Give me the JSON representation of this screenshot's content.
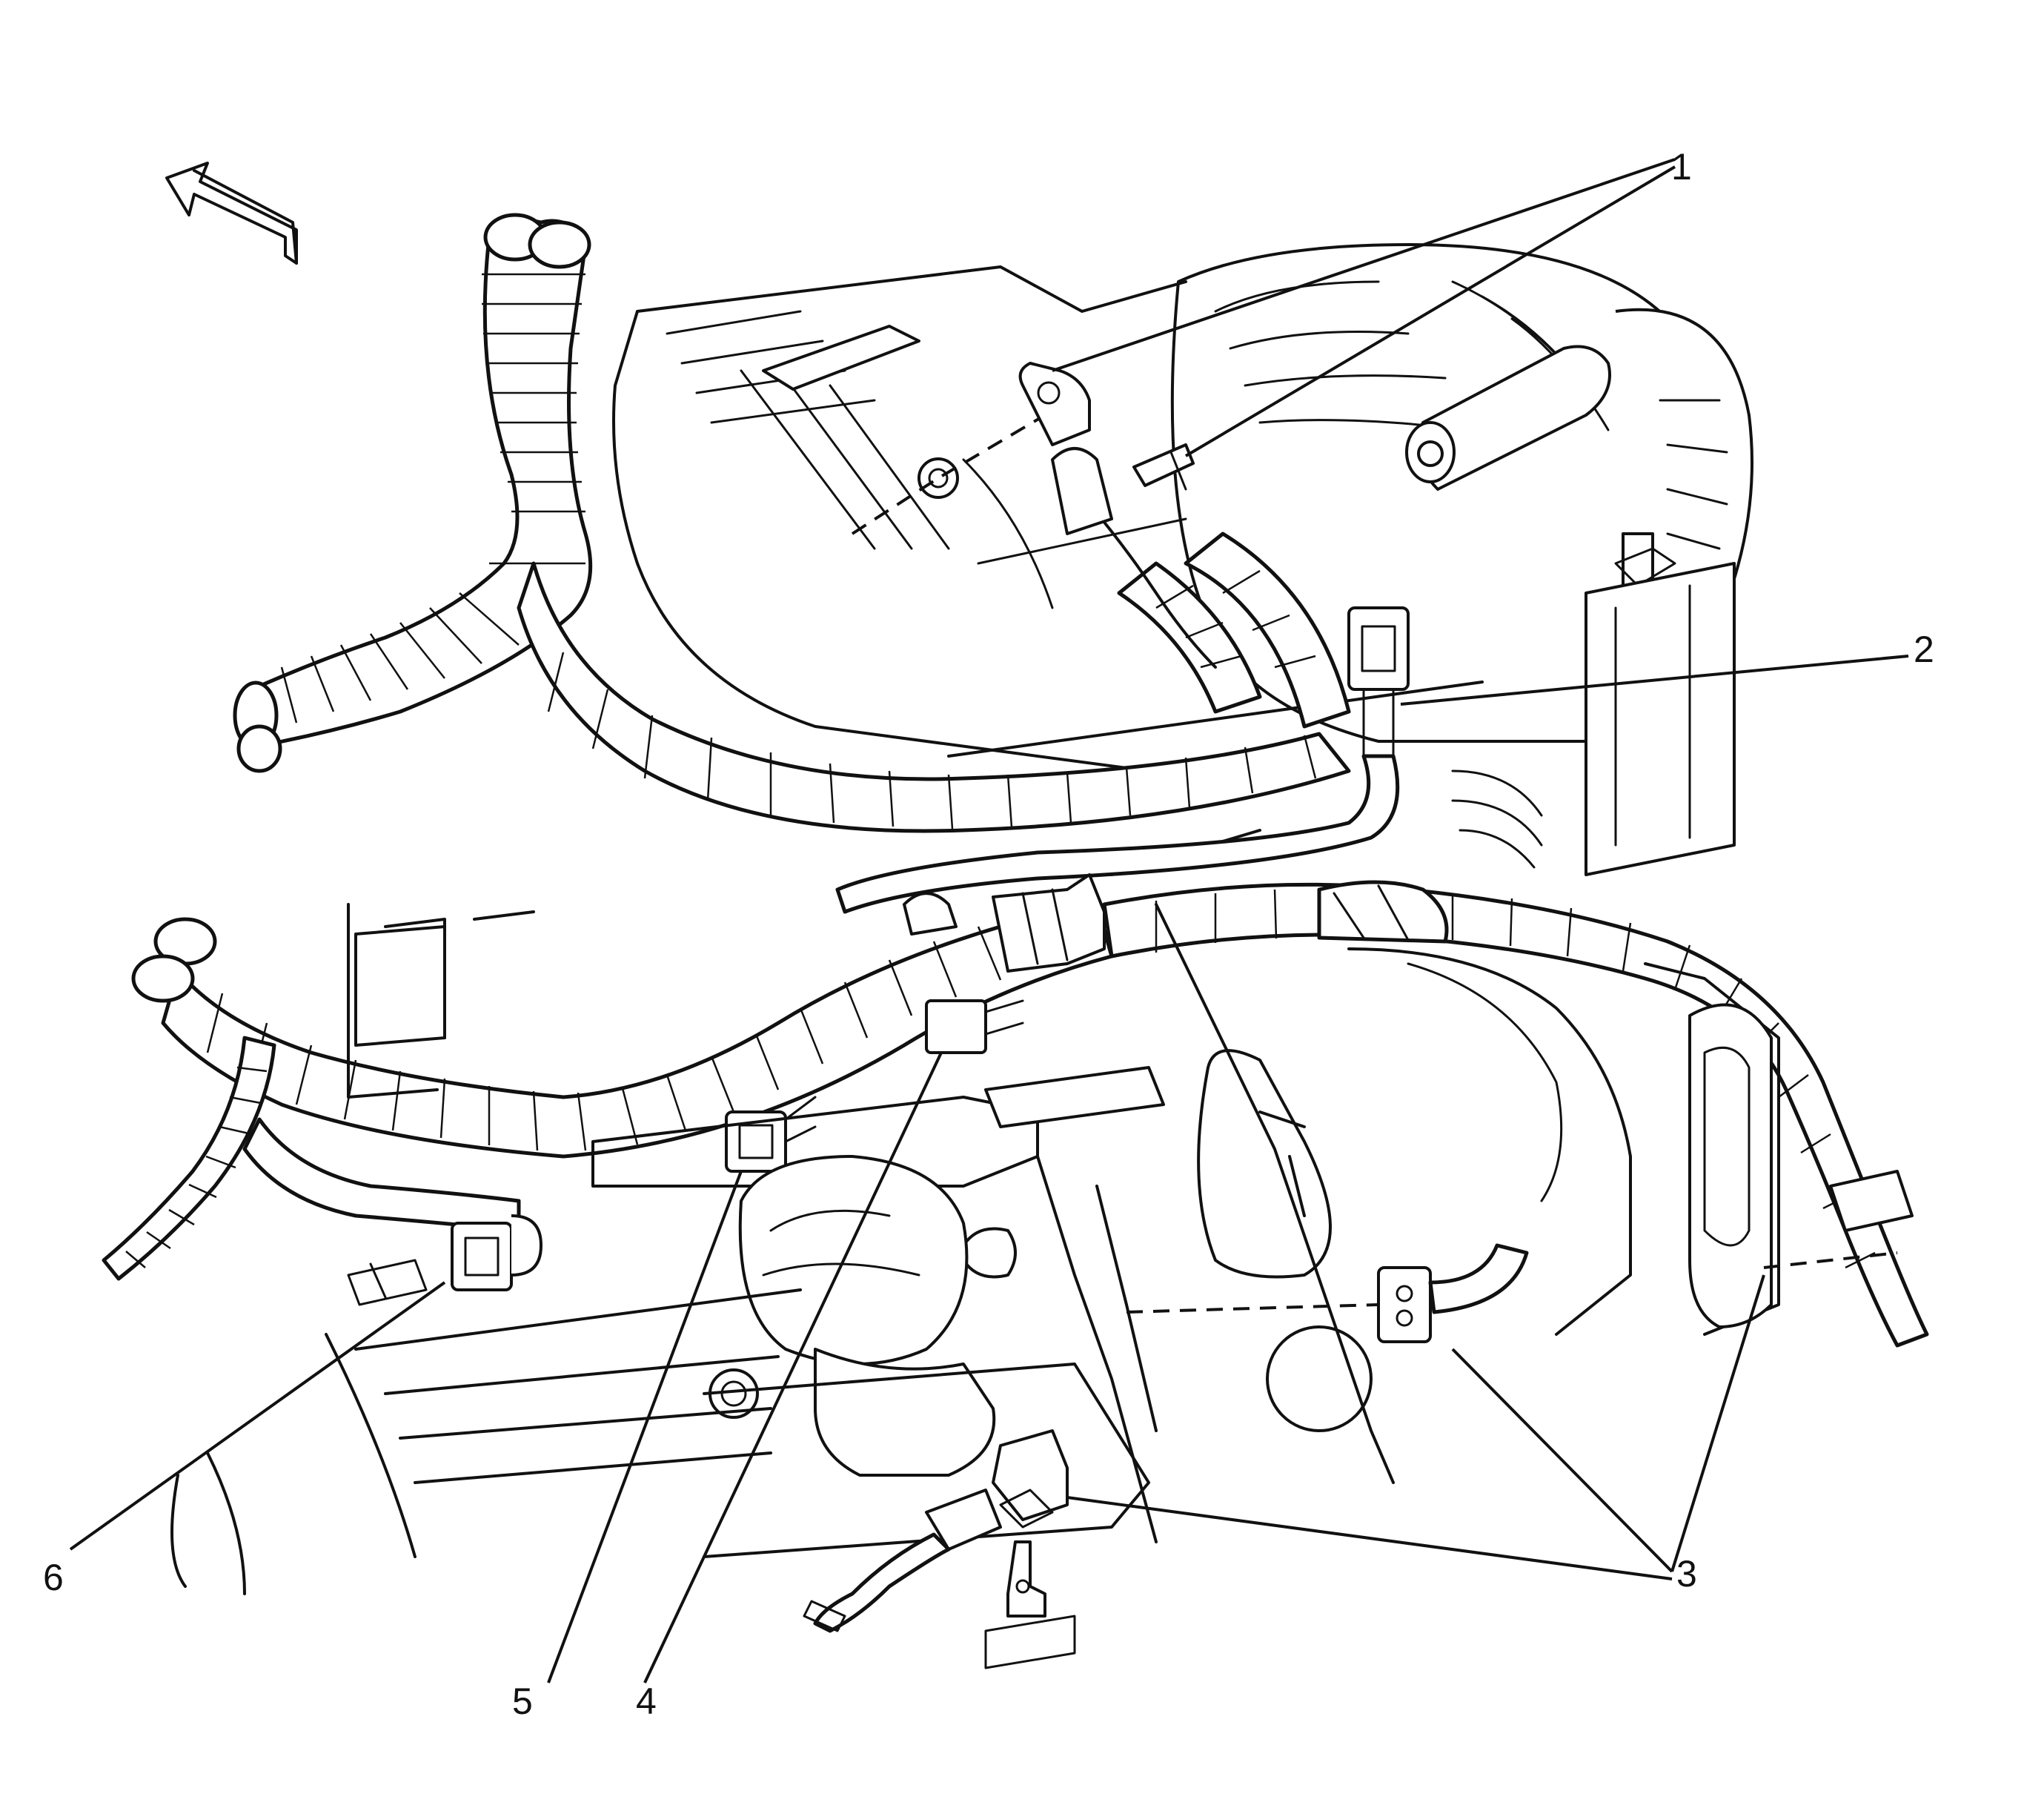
{
  "callouts": [
    {
      "id": "1",
      "label": "1"
    },
    {
      "id": "2",
      "label": "2"
    },
    {
      "id": "3",
      "label": "3"
    },
    {
      "id": "4",
      "label": "4"
    },
    {
      "id": "5",
      "label": "5"
    },
    {
      "id": "6",
      "label": "6"
    }
  ],
  "icons": {
    "direction_arrow": "front-direction-arrow-icon"
  },
  "colors": {
    "ink": "#111111",
    "paper": "#ffffff"
  }
}
